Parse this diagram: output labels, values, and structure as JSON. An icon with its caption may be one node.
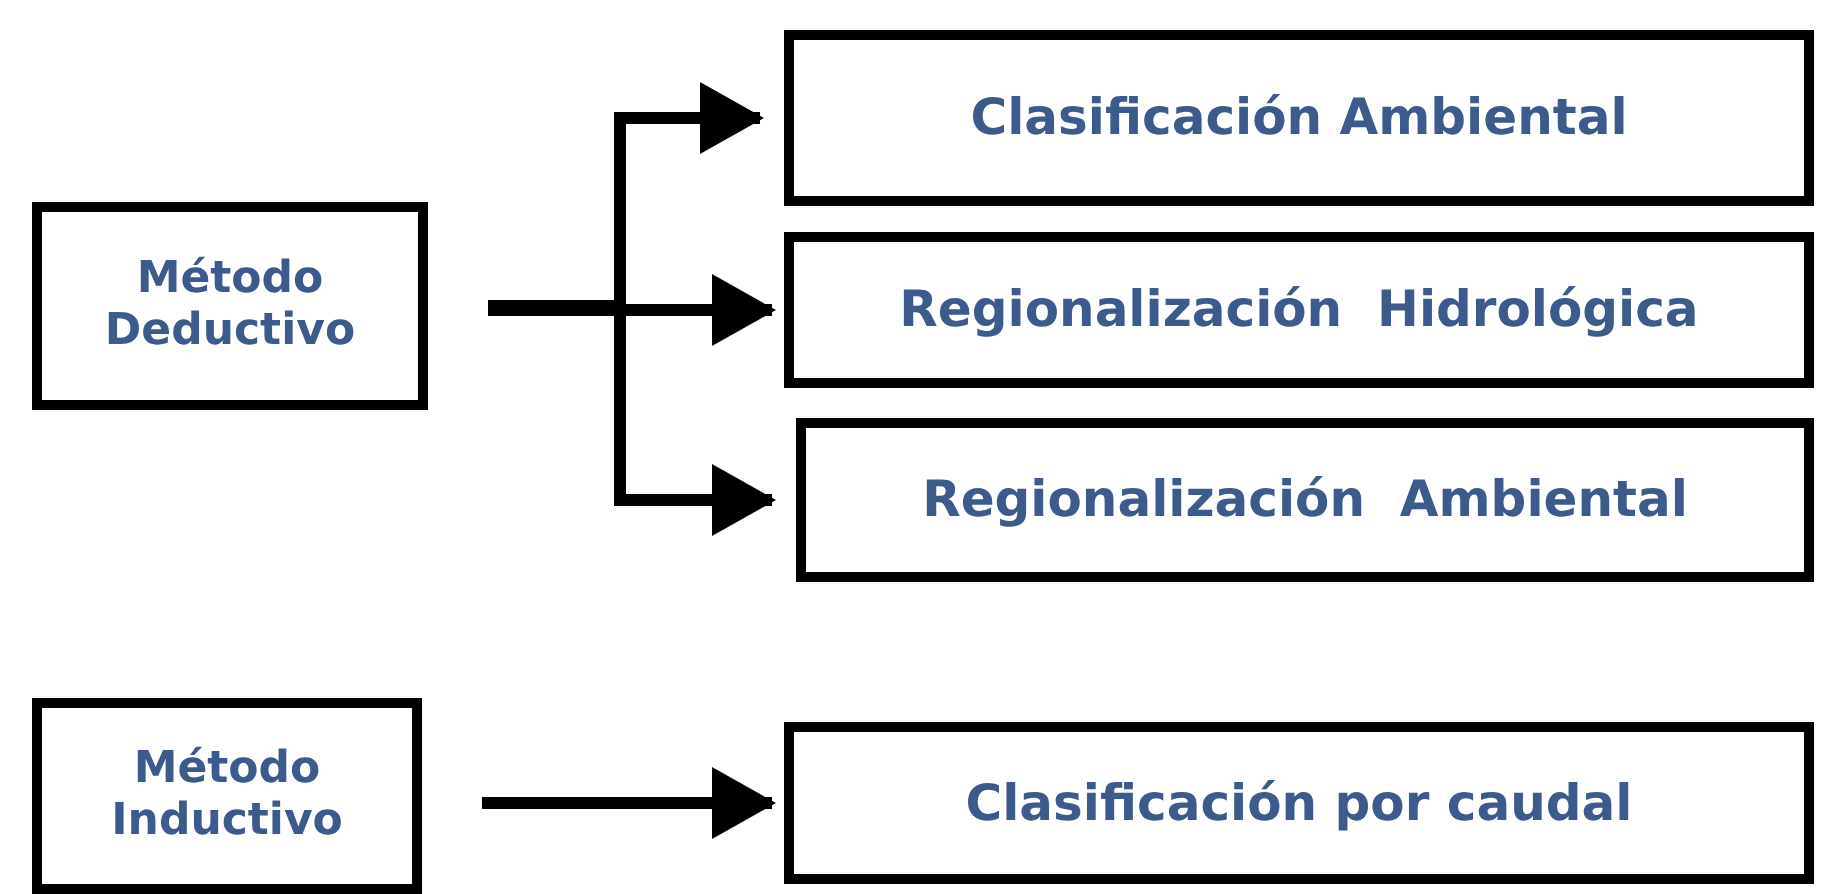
{
  "diagram": {
    "nodes": [
      {
        "text": [
          "Método Deductivo"
        ]
      },
      {
        "text": [
          "Clasificación Ambiental"
        ]
      },
      {
        "text": [
          "Regionalización  Hidrológica"
        ]
      },
      {
        "text": [
          "Regionalización  Ambiental"
        ]
      },
      {
        "text": [
          "Método Inductivo"
        ]
      },
      {
        "text": [
          "Clasificación por caudal"
        ]
      }
    ],
    "edges": [
      {
        "from": 0,
        "to": 1,
        "arrow": "to"
      },
      {
        "from": 0,
        "to": 2,
        "arrow": "to"
      },
      {
        "from": 0,
        "to": 3,
        "arrow": "to"
      },
      {
        "from": 4,
        "to": 5,
        "arrow": "to"
      }
    ]
  }
}
